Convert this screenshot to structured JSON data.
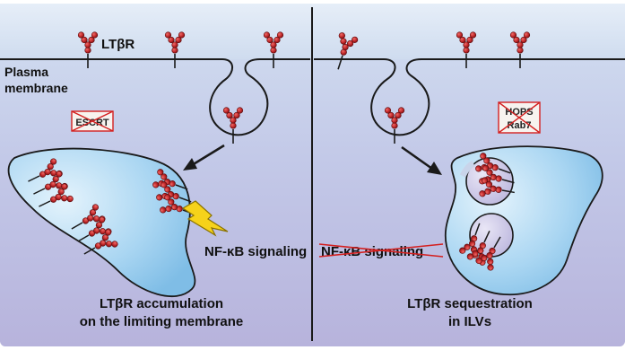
{
  "receptor_label": "LTβR",
  "membrane_label_line1": "Plasma",
  "membrane_label_line2": "membrane",
  "left_panel": {
    "crossed_box": "ESCRT",
    "signaling": "NF-κB signaling",
    "caption_line1": "LTβR accumulation",
    "caption_line2": "on the limiting membrane"
  },
  "right_panel": {
    "crossed_box_line1": "HOPS",
    "crossed_box_line2": "Rab7",
    "signaling_crossed": "NF-κB signaling",
    "caption_line1": "LTβR sequestration",
    "caption_line2": "in ILVs"
  },
  "colors": {
    "background_top": "#c9d8ee",
    "background_bottom": "#b6b4dc",
    "endosome_fill": "#a8d4f0",
    "receptor_bead": "#c0282a",
    "receptor_bead_dark": "#7a1214",
    "cross_mark": "#d42020",
    "lightning": "#f6d21a"
  }
}
